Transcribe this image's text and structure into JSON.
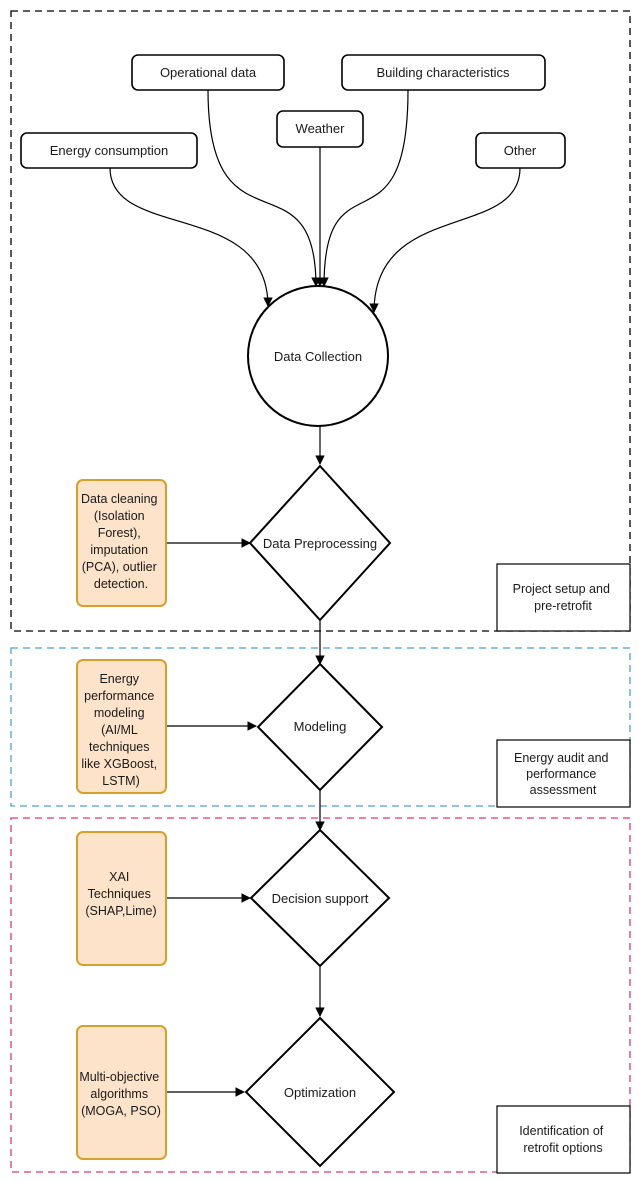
{
  "sources": {
    "operational": "Operational data",
    "building": "Building characteristics",
    "weather": "Weather",
    "energy": "Energy consumption",
    "other": "Other"
  },
  "nodes": {
    "collection": "Data Collection",
    "preprocessing": "Data Preprocessing",
    "modeling": "Modeling",
    "decision": "Decision support",
    "optimization": "Optimization"
  },
  "notes": {
    "cleaning": [
      "Data cleaning",
      "(Isolation",
      "Forest),",
      "imputation",
      "(PCA), outlier",
      "detection."
    ],
    "modeling": [
      "Energy",
      "performance",
      "modeling",
      "(AI/ML",
      "techniques",
      "like XGBoost,",
      "LSTM)"
    ],
    "xai": [
      "XAI",
      "Techniques",
      "(SHAP,Lime)"
    ],
    "moo": [
      "Multi-objective",
      "algorithms",
      "(MOGA, PSO)"
    ]
  },
  "phases": {
    "setup": [
      "Project setup and",
      "pre-retrofit"
    ],
    "audit": [
      "Energy audit and",
      "performance",
      "assessment"
    ],
    "retrofit": [
      "Identification of",
      "retrofit options"
    ]
  },
  "colors": {
    "phase1_border": "#000000",
    "phase2_border": "#4aa3d0",
    "phase3_border": "#d63a7a",
    "note_fill": "#fce3c9",
    "note_border": "#d6a12a"
  }
}
